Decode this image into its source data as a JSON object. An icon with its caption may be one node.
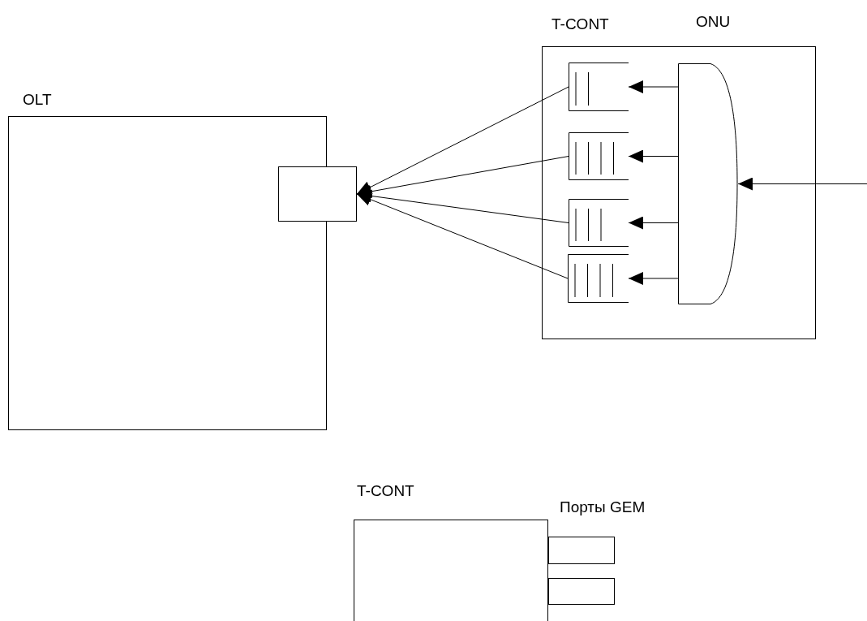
{
  "diagram": {
    "nodes": [
      {
        "text": [
          "OLT"
        ]
      },
      {
        "text": [],
        "shape": "box",
        "in": 0
      },
      {
        "text": [
          "ONU"
        ]
      },
      {
        "text": [],
        "shape": "box",
        "in": 2
      },
      {
        "text": [],
        "shape": "box",
        "in": 2
      },
      {
        "text": [],
        "shape": "box",
        "in": 2
      },
      {
        "text": [],
        "shape": "box",
        "in": 2
      },
      {
        "text": [],
        "shape": "box",
        "in": 2
      },
      {
        "text": [
          "T-CONT"
        ]
      },
      {
        "text": [],
        "shape": "box"
      },
      {
        "text": [],
        "shape": "box"
      }
    ],
    "edges": [
      {
        "from": 3,
        "to": 1,
        "arrow": "to"
      },
      {
        "from": 4,
        "to": 1,
        "arrow": "to"
      },
      {
        "from": 5,
        "to": 1,
        "arrow": "to"
      },
      {
        "from": 6,
        "to": 1,
        "arrow": "to"
      },
      {
        "from": 7,
        "to": 3,
        "arrow": "to"
      },
      {
        "from": 7,
        "to": 4,
        "arrow": "to"
      },
      {
        "from": 7,
        "to": 5,
        "arrow": "to"
      },
      {
        "from": 7,
        "to": 6,
        "arrow": "to"
      },
      {
        "from": null,
        "to": 7,
        "arrow": "to"
      }
    ],
    "labels": [
      "T-CONT",
      "Порты GEM"
    ]
  }
}
